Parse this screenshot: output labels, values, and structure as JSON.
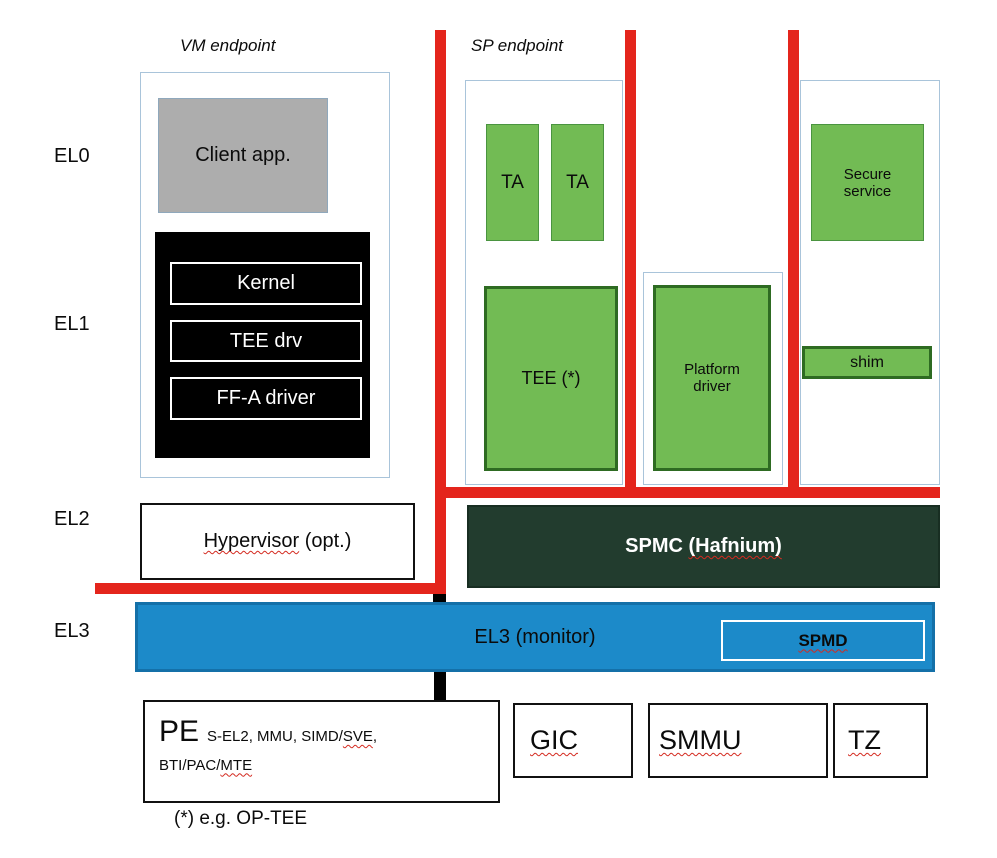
{
  "labels": {
    "vm_endpoint": "VM endpoint",
    "sp_endpoint": "SP endpoint",
    "el0": "EL0",
    "el1": "EL1",
    "el2": "EL2",
    "el3": "EL3",
    "footnote": "(*) e.g. OP-TEE"
  },
  "vm": {
    "client_app": "Client app.",
    "kernel": "Kernel",
    "tee_drv": "TEE drv",
    "ffa_driver": "FF-A driver",
    "hypervisor_word": "Hypervisor",
    "hypervisor_rest": " (opt.)"
  },
  "sp": {
    "ta1": "TA",
    "ta2": "TA",
    "tee": "TEE (*)",
    "platform_driver": "Platform driver",
    "secure_service": "Secure service",
    "shim": "shim"
  },
  "firmware": {
    "spmc_prefix": "SPMC ",
    "spmc_hafnium": "(Hafnium)",
    "el3_monitor": "EL3 (monitor)",
    "spmd": "SPMD"
  },
  "hardware": {
    "pe": "PE",
    "pe_feat_a": "S-EL2, MMU, SIMD/",
    "pe_feat_sve": "SVE",
    "pe_feat_comma": ",",
    "pe_feat_b": "BTI/PAC/",
    "pe_feat_mte": "MTE",
    "gic": "GIC",
    "smmu": "SMMU",
    "tz": "TZ"
  },
  "colors": {
    "green": "#72bb54",
    "green_border": "#4a9440",
    "green_border_dark": "#2e6b22",
    "red": "#e4251c",
    "client_gray": "#adadad",
    "spmc_bg": "#223c2e",
    "el3_blue": "#1c8ac9",
    "container_border": "#a9c4da"
  }
}
